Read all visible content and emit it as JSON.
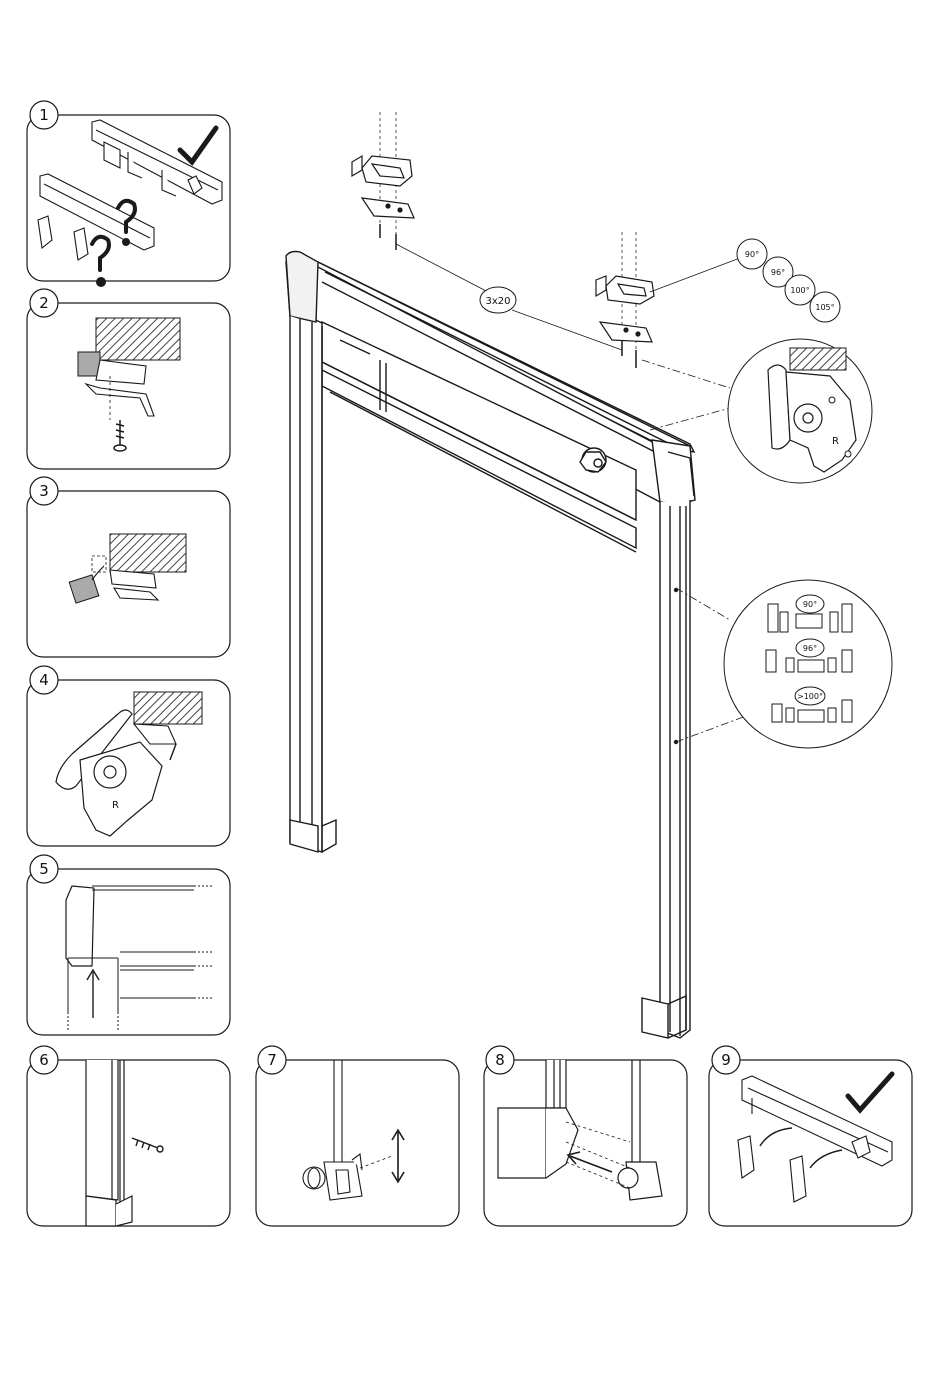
{
  "steps": [
    {
      "number": "1"
    },
    {
      "number": "2"
    },
    {
      "number": "3"
    },
    {
      "number": "4"
    },
    {
      "number": "5"
    },
    {
      "number": "6"
    },
    {
      "number": "7"
    },
    {
      "number": "8"
    },
    {
      "number": "9"
    }
  ],
  "screw_label": "3x20",
  "angles": [
    "90°",
    "96°",
    "100°",
    "105°"
  ],
  "bracket_angles": [
    "90°",
    "96°",
    ">100°"
  ],
  "side_marker": "R",
  "colors": {
    "line": "#1a1a1a",
    "hatch": "#555555",
    "gray_block": "#aaaaaa",
    "bg": "#ffffff"
  }
}
